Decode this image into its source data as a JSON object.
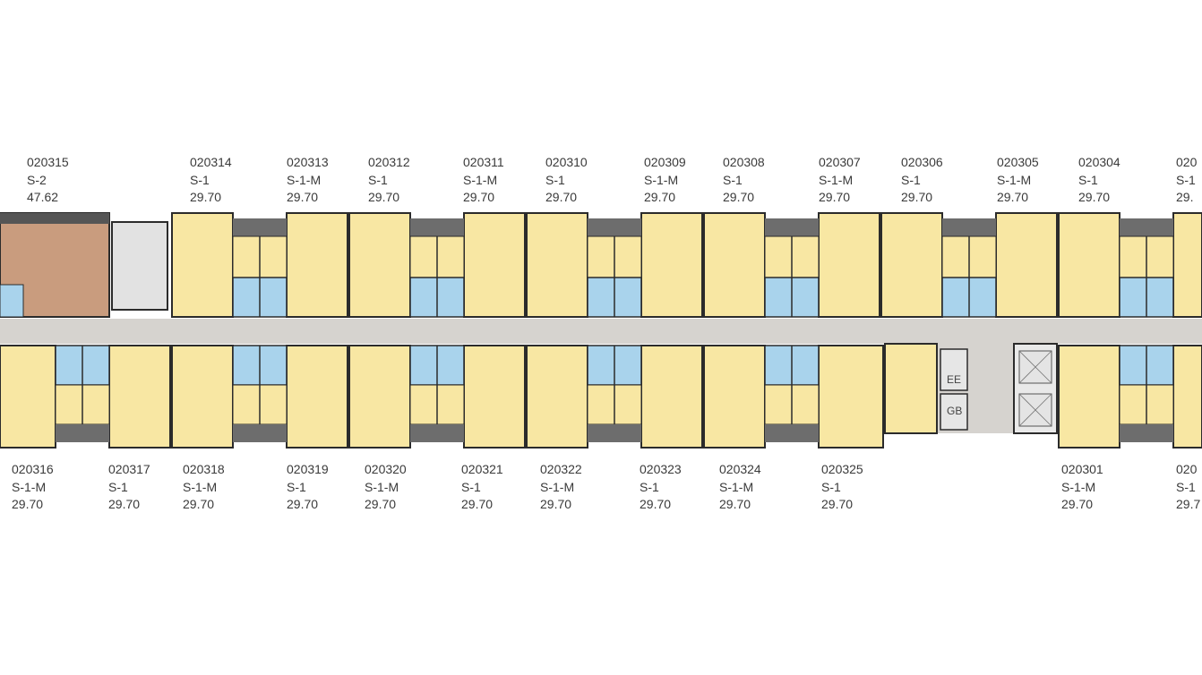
{
  "colors": {
    "unit": "#f8e7a3",
    "unit_large": "#c99c7e",
    "bath": "#a9d3ec",
    "corridor": "#d6d3cf",
    "wall": "#2b2b2b",
    "service": "#dcdcdc"
  },
  "units_top": [
    {
      "id": "020315",
      "type": "S-2",
      "area": "47.62"
    },
    {
      "id": "020314",
      "type": "S-1",
      "area": "29.70"
    },
    {
      "id": "020313",
      "type": "S-1-M",
      "area": "29.70"
    },
    {
      "id": "020312",
      "type": "S-1",
      "area": "29.70"
    },
    {
      "id": "020311",
      "type": "S-1-M",
      "area": "29.70"
    },
    {
      "id": "020310",
      "type": "S-1",
      "area": "29.70"
    },
    {
      "id": "020309",
      "type": "S-1-M",
      "area": "29.70"
    },
    {
      "id": "020308",
      "type": "S-1",
      "area": "29.70"
    },
    {
      "id": "020307",
      "type": "S-1-M",
      "area": "29.70"
    },
    {
      "id": "020306",
      "type": "S-1",
      "area": "29.70"
    },
    {
      "id": "020305",
      "type": "S-1-M",
      "area": "29.70"
    },
    {
      "id": "020304",
      "type": "S-1",
      "area": "29.70"
    },
    {
      "id": "020",
      "type": "S-1",
      "area": "29."
    }
  ],
  "units_bottom": [
    {
      "id": "020316",
      "type": "S-1-M",
      "area": "29.70"
    },
    {
      "id": "020317",
      "type": "S-1",
      "area": "29.70"
    },
    {
      "id": "020318",
      "type": "S-1-M",
      "area": "29.70"
    },
    {
      "id": "020319",
      "type": "S-1",
      "area": "29.70"
    },
    {
      "id": "020320",
      "type": "S-1-M",
      "area": "29.70"
    },
    {
      "id": "020321",
      "type": "S-1",
      "area": "29.70"
    },
    {
      "id": "020322",
      "type": "S-1-M",
      "area": "29.70"
    },
    {
      "id": "020323",
      "type": "S-1",
      "area": "29.70"
    },
    {
      "id": "020324",
      "type": "S-1-M",
      "area": "29.70"
    },
    {
      "id": "020325",
      "type": "S-1",
      "area": "29.70"
    },
    {
      "id": "020301",
      "type": "S-1-M",
      "area": "29.70"
    },
    {
      "id": "020",
      "type": "S-1",
      "area": "29.7"
    }
  ],
  "service": {
    "ee": "EE",
    "gb": "GB"
  }
}
